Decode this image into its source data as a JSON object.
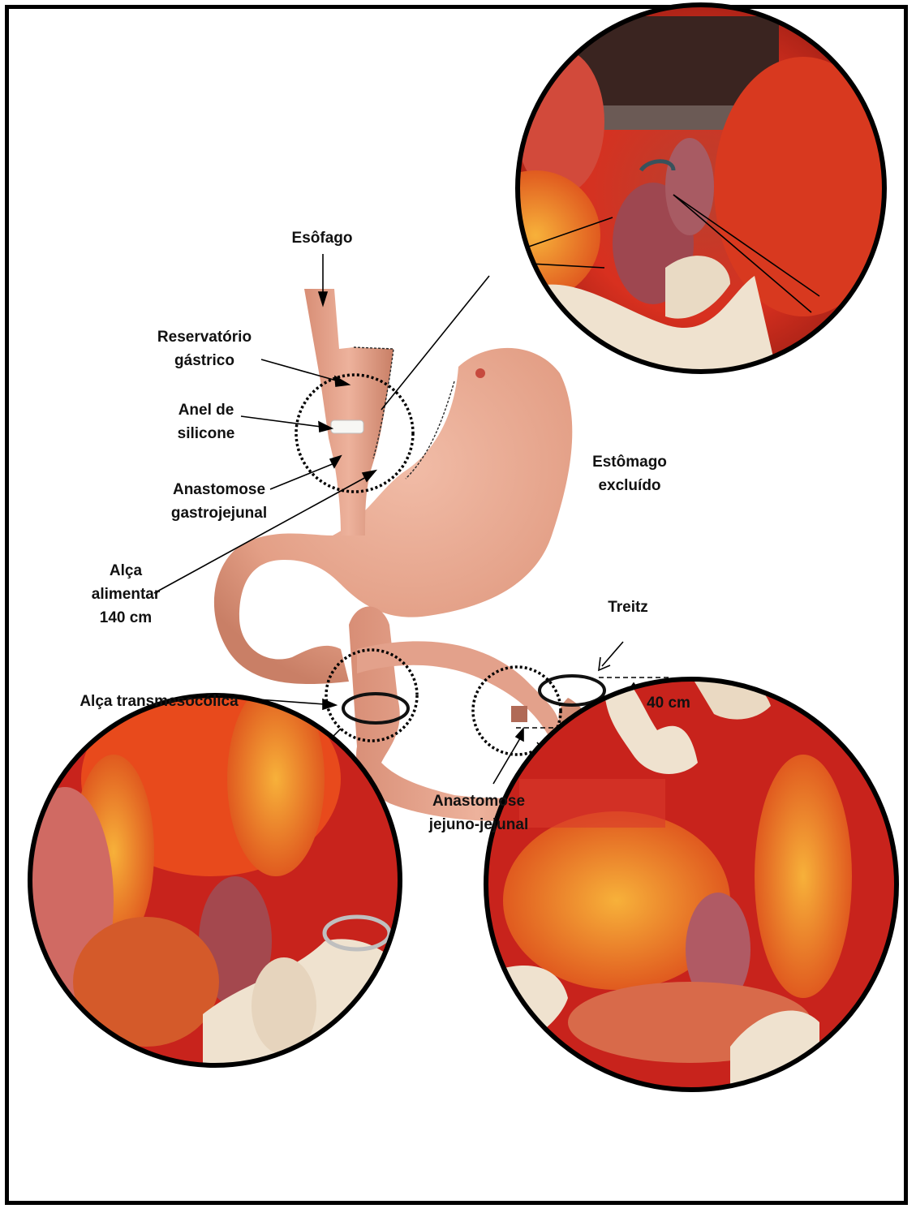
{
  "labels": {
    "esofago": "Esôfago",
    "reservatorio_1": "Reservatório",
    "reservatorio_2": "gástrico",
    "anel_1": "Anel de",
    "anel_2": "silicone",
    "anastomose_gj_1": "Anastomose",
    "anastomose_gj_2": "gastrojejunal",
    "alca_alimentar_1": "Alça",
    "alca_alimentar_2": "alimentar",
    "alca_alimentar_3": "140 cm",
    "estomago_1": "Estômago",
    "estomago_2": "excluído",
    "treitz": "Treitz",
    "medida": "40 cm",
    "alca_transmesocolica": "Alça transmesocólica",
    "anastomose_jj_1": "Anastomose",
    "anastomose_jj_2": "jejuno-jejunal"
  },
  "colors": {
    "organ": "#e7a68f",
    "organ_dark": "#c27b66",
    "tissue_red": "#c8231c",
    "tissue_orange": "#e86a22",
    "glove": "#efe2cf",
    "line": "#000000"
  },
  "icons": {
    "ring": "silicone-ring-icon",
    "photos": "surgical-photo"
  }
}
